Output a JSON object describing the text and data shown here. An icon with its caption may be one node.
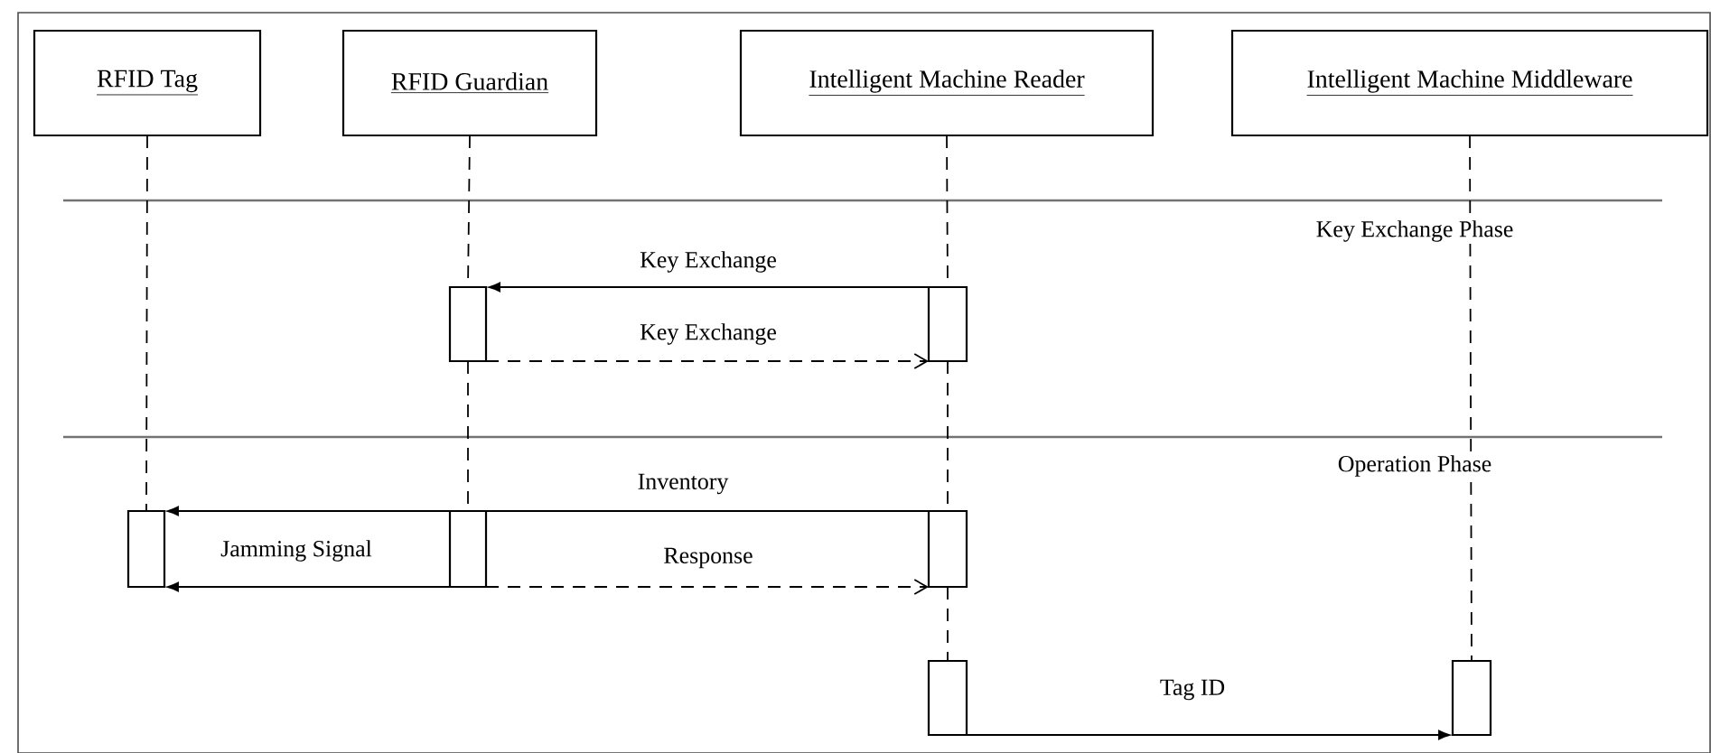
{
  "diagram": {
    "nodes": [
      {
        "text": [
          "RFID Tag"
        ]
      },
      {
        "text": [
          "RFID Guardian"
        ]
      },
      {
        "text": [
          "Intelligent Machine Reader"
        ]
      },
      {
        "text": [
          "Intelligent Machine Middleware"
        ]
      },
      {
        "text": [],
        "shape": "bar"
      },
      {
        "text": [],
        "shape": "bar"
      },
      {
        "text": [],
        "shape": "bar"
      },
      {
        "text": [],
        "shape": "bar"
      },
      {
        "text": [],
        "shape": "bar"
      },
      {
        "text": [],
        "shape": "bar"
      },
      {
        "text": [],
        "shape": "bar"
      }
    ],
    "edges": [
      {
        "from": 5,
        "to": 4,
        "arrow": "to",
        "label": "Key Exchange"
      },
      {
        "from": 4,
        "to": 5,
        "arrow": "to",
        "label": "Key Exchange",
        "style": "dashed"
      },
      {
        "from": 8,
        "to": 6,
        "arrow": "to",
        "label": "Inventory"
      },
      {
        "from": 7,
        "to": 6,
        "arrow": "to",
        "label": "Jamming Signal"
      },
      {
        "from": 7,
        "to": 8,
        "arrow": "to",
        "label": "Response",
        "style": "dashed"
      },
      {
        "from": 9,
        "to": 10,
        "arrow": "to",
        "label": "Tag ID"
      },
      {
        "from": 0,
        "to": 6,
        "arrow": "none",
        "style": "dashed"
      },
      {
        "from": 1,
        "to": 4,
        "arrow": "none",
        "style": "dashed"
      },
      {
        "from": 4,
        "to": 7,
        "arrow": "none",
        "style": "dashed"
      },
      {
        "from": 2,
        "to": 5,
        "arrow": "none",
        "style": "dashed"
      },
      {
        "from": 5,
        "to": 8,
        "arrow": "none",
        "style": "dashed"
      },
      {
        "from": 8,
        "to": 9,
        "arrow": "none",
        "style": "dashed"
      },
      {
        "from": 3,
        "to": 10,
        "arrow": "none",
        "style": "dashed"
      }
    ],
    "labels": [
      "Key Exchange Phase",
      "Operation Phase"
    ]
  }
}
